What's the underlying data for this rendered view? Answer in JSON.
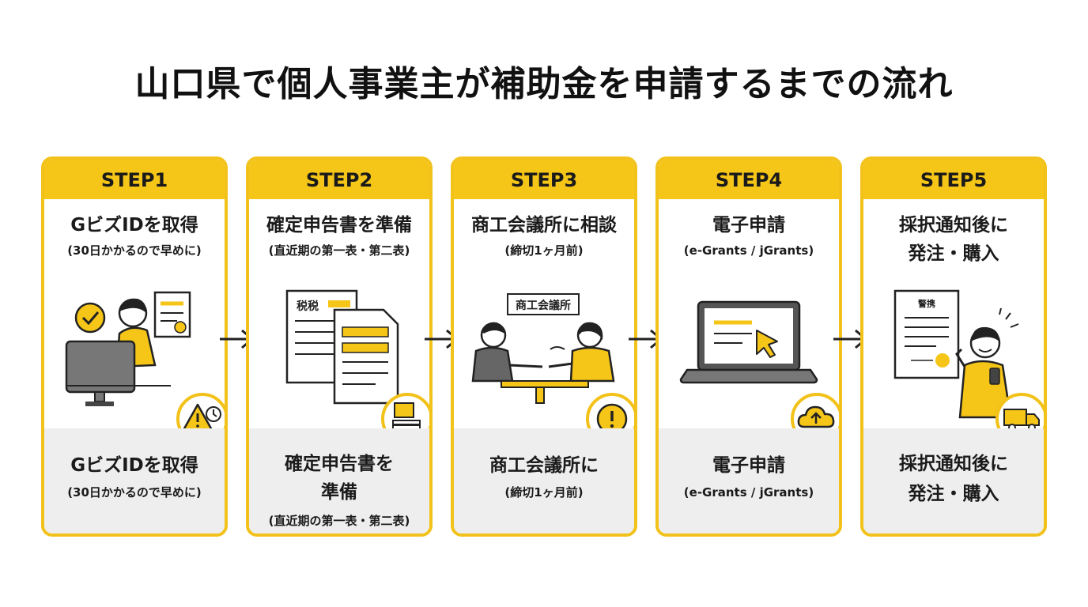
{
  "title": "山口県で個人事業主が補助金を申請するまでの流れ",
  "colors": {
    "accent": "#f5c518",
    "border": "#f2c21a",
    "lower_bg": "#eeeeee",
    "dark": "#555555"
  },
  "steps": [
    {
      "label": "STEP1",
      "title_lines": [
        "GビズIDを取得"
      ],
      "sub_lines": [
        "(30日かかるので早めに)"
      ],
      "lower_title_lines": [
        "GビズIDを取得"
      ],
      "lower_sub_lines": [
        "(30日かかるので早めに)"
      ],
      "illus_icon": "person-at-computer-icon",
      "badge_icon": "warning-clock-icon"
    },
    {
      "label": "STEP2",
      "title_lines": [
        "確定申告書を準備"
      ],
      "sub_lines": [
        "(直近期の第一表・第二表)"
      ],
      "lower_title_lines": [
        "確定申告書を",
        "準備"
      ],
      "lower_sub_lines": [
        "(直近期の第一表・第二表)"
      ],
      "illus_icon": "tax-documents-icon",
      "illus_text": "税税",
      "badge_icon": "document-stack-icon"
    },
    {
      "label": "STEP3",
      "title_lines": [
        "商工会議所に相談"
      ],
      "sub_lines": [
        "(締切1ヶ月前)"
      ],
      "lower_title_lines": [
        "商工会議所に"
      ],
      "lower_sub_lines": [
        "(締切1ヶ月前)"
      ],
      "illus_icon": "consultation-icon",
      "illus_text": "商工会議所",
      "badge_icon": "exclamation-icon"
    },
    {
      "label": "STEP4",
      "title_lines": [
        "電子申請"
      ],
      "sub_lines": [
        "(e-Grants / jGrants)"
      ],
      "lower_title_lines": [
        "電子申請"
      ],
      "lower_sub_lines": [
        "(e-Grants / jGrants)"
      ],
      "illus_icon": "laptop-cursor-icon",
      "badge_icon": "cloud-icon"
    },
    {
      "label": "STEP5",
      "title_lines": [
        "採択通知後に",
        "発注・購入"
      ],
      "sub_lines": [],
      "lower_title_lines": [
        "採択通知後に",
        "発注・購入"
      ],
      "lower_sub_lines": [],
      "illus_icon": "notice-person-icon",
      "illus_text": "警携",
      "badge_icon": "delivery-truck-icon"
    }
  ],
  "arrows": [
    "arrow-right-icon",
    "arrow-right-icon",
    "arrow-right-icon",
    "arrow-right-icon"
  ]
}
